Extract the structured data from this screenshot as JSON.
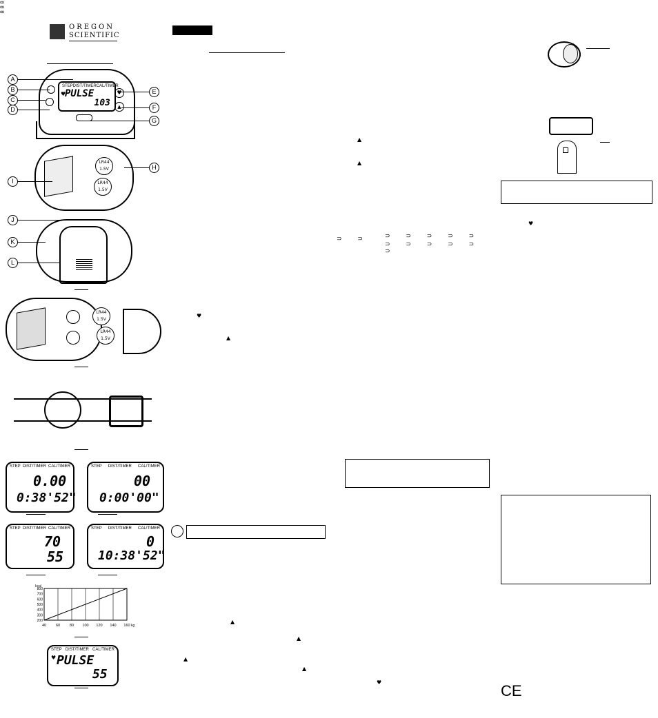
{
  "brand": {
    "line1": "OREGON",
    "line2": "SCIENTIFIC"
  },
  "callouts": [
    "A",
    "B",
    "C",
    "D",
    "E",
    "F",
    "G",
    "H",
    "I",
    "J",
    "K",
    "L"
  ],
  "lcd_labels": {
    "step": "STEP",
    "dist": "DIST/TIMER",
    "cal": "CAL/TIMER"
  },
  "screens": {
    "main_pulse_top": "PULSE",
    "main_pulse_value": "103",
    "s1_top": "0.00",
    "s1_bot": "0:38'52\"",
    "s2_top": "00",
    "s2_bot": "0:00'00\"",
    "s3_top": "70",
    "s3_bot": "55",
    "s4_top": "0",
    "s4_bot": "10:38'52\"",
    "bottom_pulse_top": "PULSE",
    "bottom_pulse_value": "55"
  },
  "battery": {
    "label": "LR44",
    "voltage": "1.5V"
  },
  "chart_data": {
    "type": "line",
    "ylabel": "kcal",
    "y": [
      200,
      300,
      400,
      500,
      600,
      700,
      800
    ],
    "x": [
      40,
      60,
      80,
      100,
      120,
      140,
      160
    ],
    "xunit": "kg"
  },
  "icons": [
    "heart-icon",
    "triangle-up-icon",
    "walker-icon",
    "ce-mark"
  ],
  "ce": "CE"
}
